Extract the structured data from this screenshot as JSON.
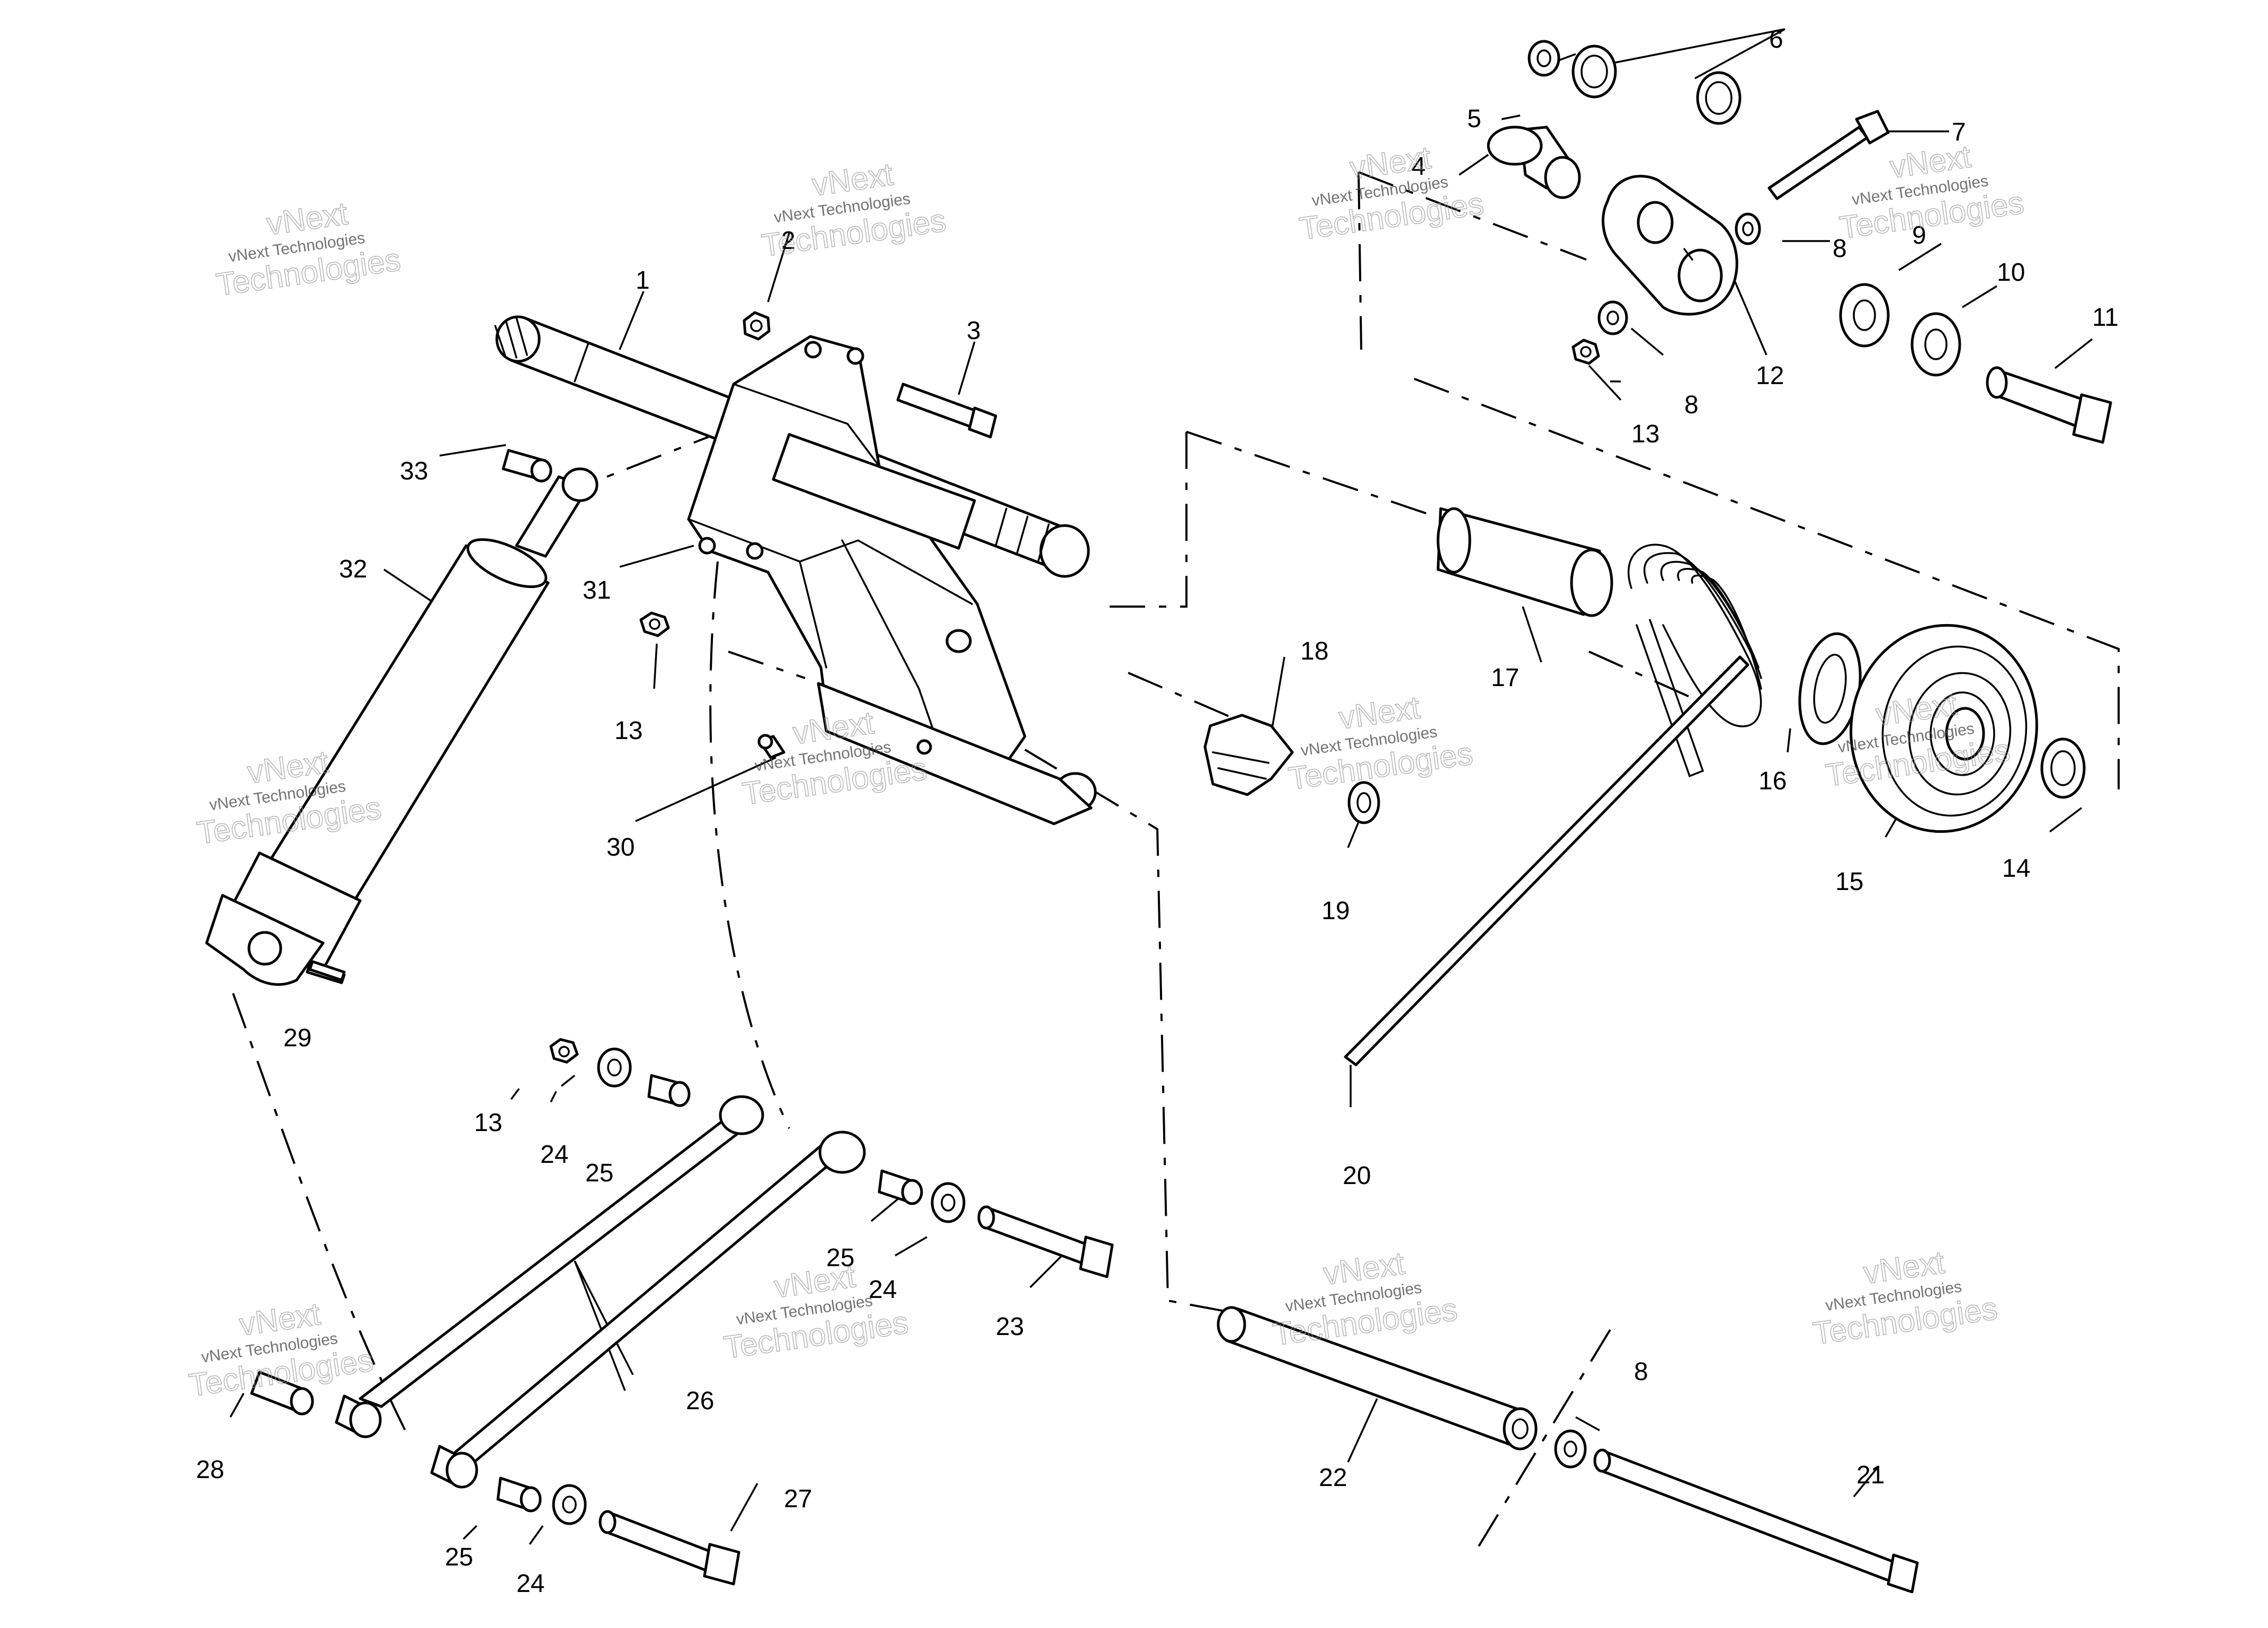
{
  "diagram": {
    "callouts": [
      {
        "id": "1",
        "text": "1"
      },
      {
        "id": "2",
        "text": "2"
      },
      {
        "id": "3",
        "text": "3"
      },
      {
        "id": "4",
        "text": "4"
      },
      {
        "id": "5",
        "text": "5"
      },
      {
        "id": "6",
        "text": "6"
      },
      {
        "id": "7",
        "text": "7"
      },
      {
        "id": "8a",
        "text": "8"
      },
      {
        "id": "8b",
        "text": "8"
      },
      {
        "id": "8c",
        "text": "8"
      },
      {
        "id": "9",
        "text": "9"
      },
      {
        "id": "10",
        "text": "10"
      },
      {
        "id": "11",
        "text": "11"
      },
      {
        "id": "12",
        "text": "12"
      },
      {
        "id": "13a",
        "text": "13"
      },
      {
        "id": "13b",
        "text": "13"
      },
      {
        "id": "13c",
        "text": "13"
      },
      {
        "id": "14",
        "text": "14"
      },
      {
        "id": "15",
        "text": "15"
      },
      {
        "id": "16",
        "text": "16"
      },
      {
        "id": "17",
        "text": "17"
      },
      {
        "id": "18",
        "text": "18"
      },
      {
        "id": "19",
        "text": "19"
      },
      {
        "id": "20",
        "text": "20"
      },
      {
        "id": "21",
        "text": "21"
      },
      {
        "id": "22",
        "text": "22"
      },
      {
        "id": "23",
        "text": "23"
      },
      {
        "id": "24a",
        "text": "24"
      },
      {
        "id": "24b",
        "text": "24"
      },
      {
        "id": "24c",
        "text": "24"
      },
      {
        "id": "25a",
        "text": "25"
      },
      {
        "id": "25b",
        "text": "25"
      },
      {
        "id": "25c",
        "text": "25"
      },
      {
        "id": "26",
        "text": "26"
      },
      {
        "id": "27",
        "text": "27"
      },
      {
        "id": "28",
        "text": "28"
      },
      {
        "id": "29",
        "text": "29"
      },
      {
        "id": "30",
        "text": "30"
      },
      {
        "id": "31",
        "text": "31"
      },
      {
        "id": "32",
        "text": "32"
      },
      {
        "id": "33",
        "text": "33"
      }
    ],
    "watermark": {
      "line1": "vNext Technologies",
      "line2": "vNext",
      "line3": "Technologies"
    }
  }
}
